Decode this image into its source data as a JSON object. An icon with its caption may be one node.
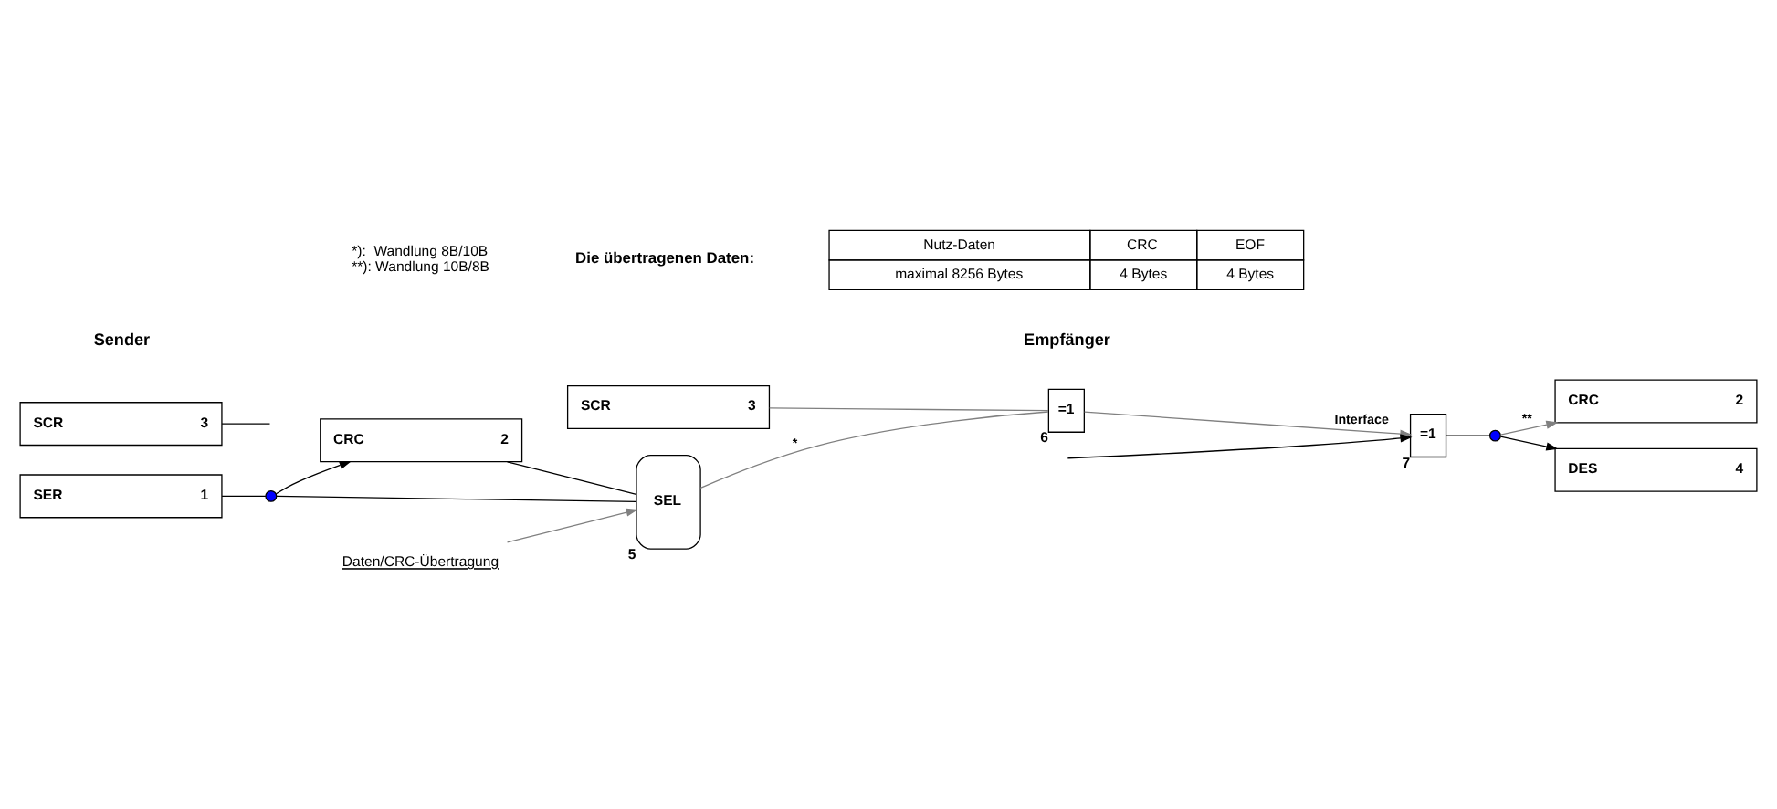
{
  "diagram": {
    "nodes": [
      {
        "text": [
          "SCR",
          "3"
        ]
      },
      {
        "text": [
          "CRC",
          "2"
        ]
      },
      {
        "text": [
          "SER",
          "1"
        ]
      },
      {
        "text": [],
        "shape": "circle"
      },
      {
        "text": [
          "SEL"
        ],
        "beside": [
          "5"
        ]
      },
      {
        "text": [
          "=1"
        ],
        "beside": [
          "6"
        ]
      },
      {
        "text": [
          "Daten/CRC-Übertragung"
        ]
      },
      {
        "text": [
          "SCR",
          "3"
        ]
      },
      {
        "text": [
          "=1"
        ],
        "beside": [
          "7"
        ]
      },
      {
        "text": [],
        "shape": "circle"
      },
      {
        "text": [
          "CRC",
          "2"
        ]
      },
      {
        "text": [
          "DES",
          "4"
        ]
      }
    ],
    "edges": [
      {
        "from": 0,
        "to": 5,
        "arrow": "none",
        "color": "#808080"
      },
      {
        "from": 1,
        "to": 4,
        "arrow": "none"
      },
      {
        "from": 2,
        "to": 3,
        "arrow": "none"
      },
      {
        "from": 3,
        "to": 4,
        "arrow": "none"
      },
      {
        "from": 3,
        "to": 1,
        "arrow": "to"
      },
      {
        "from": 6,
        "to": 4,
        "arrow": "to",
        "color": "#808080"
      },
      {
        "from": 4,
        "to": 5,
        "arrow": "none",
        "label": "*",
        "color": "#808080"
      },
      {
        "from": 5,
        "to": 8,
        "arrow": "to",
        "label": "Interface",
        "color": "#808080"
      },
      {
        "from": 7,
        "to": null,
        "arrow": "none"
      },
      {
        "from": null,
        "to": 8,
        "arrow": "to"
      },
      {
        "from": 8,
        "to": 9,
        "arrow": "none"
      },
      {
        "from": 9,
        "to": 10,
        "arrow": "to",
        "label": "**",
        "color": "#808080"
      },
      {
        "from": 9,
        "to": 11,
        "arrow": "to"
      }
    ],
    "labels": [
      "Sender",
      "Empfänger",
      "Die übertragenen Daten:",
      "*):  Wandlung 8B/10B",
      "**): Wandlung 10B/8B",
      "Nutz-Daten",
      "CRC",
      "EOF",
      "maximal 8256 Bytes",
      "4 Bytes",
      "4 Bytes"
    ]
  }
}
